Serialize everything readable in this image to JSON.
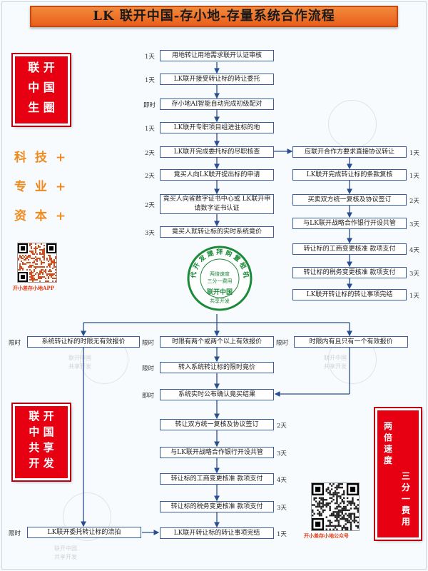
{
  "title": "LK 联开中国-存小地-存量系统合作流程",
  "left_box_1": [
    "联 开",
    "中 国",
    "生 圈"
  ],
  "orange_lines": [
    "科 技 +",
    "专 业 +",
    "资 本 +"
  ],
  "qr_left_label": "开小差存小地APP",
  "left_box_2": [
    "联 开",
    "中 国",
    "共 享",
    "开 发"
  ],
  "right_box": {
    "col1": "两倍速度",
    "col2": "三分一费用"
  },
  "qr_right_label": "开小差存小地公众号",
  "stamp": {
    "top": "代 开 发 建 拜 购 置 租 机 构",
    "middle": [
      "两倍速度",
      "三分一费用"
    ],
    "brand": "联开中国",
    "bottom": "共享开发"
  },
  "watermark": {
    "brand": "联开中国",
    "sub": "共享开发"
  },
  "main_flow": [
    {
      "text": "用地转让用地需求联开认证审核",
      "dur": "1天"
    },
    {
      "text": "LK联开接受转让标的转让委托",
      "dur": "1天"
    },
    {
      "text": "存小地AI智能自动完成初级配对",
      "dur": "即时"
    },
    {
      "text": "LK联开专职项目组进驻标的地",
      "dur": "1天"
    },
    {
      "text": "LK联开完成委托标的尽职核查",
      "dur": "2天"
    },
    {
      "text": "竟买人向LK联开提出标的申请",
      "dur": "2天"
    },
    {
      "text": "竟买人向省数字证书中心或 LK联开申请数字证书认证",
      "dur": "2天"
    },
    {
      "text": "竟买人就转让标的实时系统竟价",
      "dur": "3天"
    }
  ],
  "right_flow": [
    {
      "text": "应联开合作方要求直接协议转让",
      "dur": "1天"
    },
    {
      "text": "LK联开完成转让标的条款复核",
      "dur": "1天"
    },
    {
      "text": "买卖双方统一复核及协议签订",
      "dur": "2天"
    },
    {
      "text": "与LK联开战略合作银行开设共管",
      "dur": "3天"
    },
    {
      "text": "转让标的工商变更核准 款项支付",
      "dur": "4天"
    },
    {
      "text": "转让标的税务变更核准 款项支付",
      "dur": "3天"
    },
    {
      "text": "LK联开转让标的转让事项完结",
      "dur": "1天"
    }
  ],
  "branch": [
    {
      "text": "系统转让标的时限无有效报价",
      "dur": "限时"
    },
    {
      "text": "时限有两个或两个以上有效报价",
      "dur": "限时"
    },
    {
      "text": "时限内有且只有一个有效报价",
      "dur": "限时"
    }
  ],
  "lower_flow": [
    {
      "text": "转入系统转让标的限时竟价",
      "dur": "限时"
    },
    {
      "text": "系统实时公布确认竟买结果",
      "dur": "即时"
    },
    {
      "text": "转让双方统一复核及协议签订",
      "dur": "2天"
    },
    {
      "text": "与LK联开战略合作银行开设共管",
      "dur": "3天"
    },
    {
      "text": "转让标的工商变更核准 款项支付",
      "dur": "4天"
    },
    {
      "text": "转让标的税务变更核准 款项支付",
      "dur": "3天"
    },
    {
      "text": "LK联开转让标的转让事项完结",
      "dur": "1天"
    }
  ],
  "auction": {
    "text": "LK联开委托转让标的流拍",
    "dur": "限时"
  }
}
